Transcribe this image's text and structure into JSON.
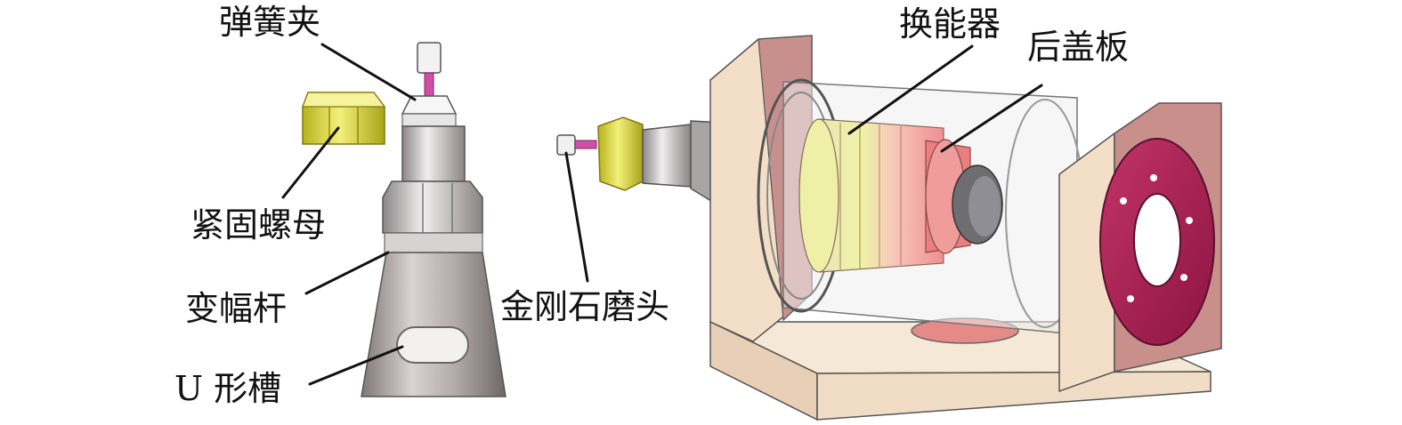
{
  "labels": {
    "collet": "弹簧夹",
    "lock_nut": "紧固螺母",
    "horn": "变幅杆",
    "u_slot": "U 形槽",
    "diamond_tool": "金刚石磨头",
    "transducer": "换能器",
    "back_cover": "后盖板"
  },
  "colors": {
    "lock_nut": "#e6e23c",
    "collet_ring": "#f4f4f4",
    "tool_tip": "#d24fa8",
    "horn_body": "#a79e9e",
    "frame": "#f3dfc8",
    "frame_side": "#c8908c",
    "flange": "#a61c4d",
    "transducer_front": "#eef0a8",
    "transducer_back": "#f4a8a6",
    "back_cover": "#e97f7f"
  }
}
